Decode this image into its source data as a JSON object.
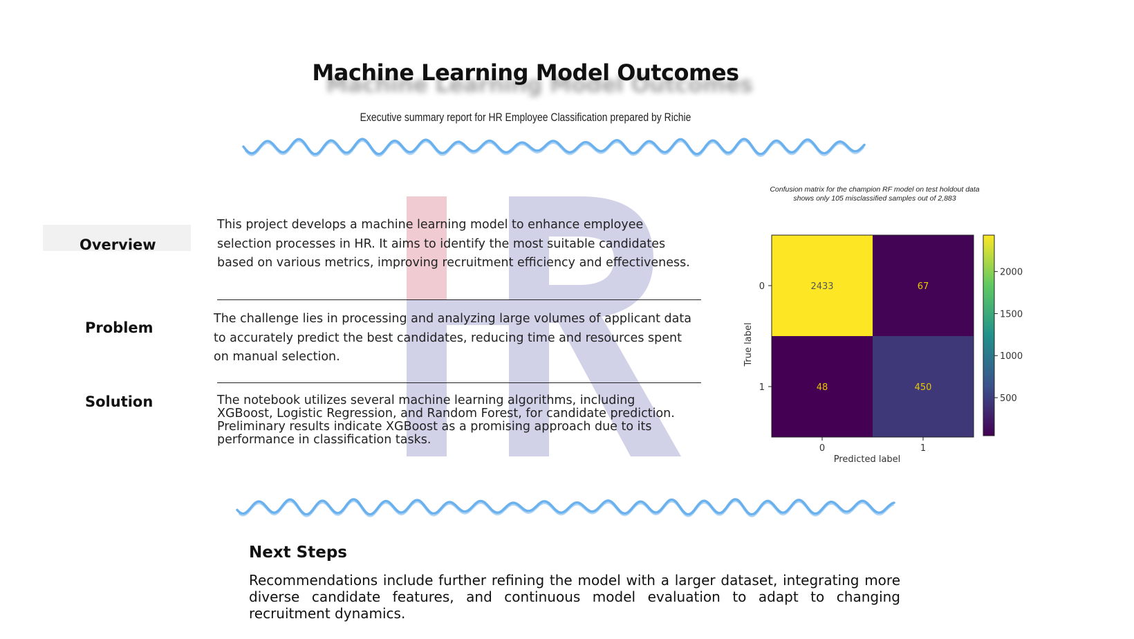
{
  "header": {
    "title": "Machine Learning Model Outcomes",
    "subtitle": "Executive summary report for HR Employee Classification prepared by Richie"
  },
  "watermark": {
    "text": "HR",
    "color_h": "#e9b5be",
    "color_r": "#b9b9dc"
  },
  "sections": {
    "overview": {
      "label": "Overview",
      "text": "This project develops a machine learning model to enhance employee selection processes in HR. It aims to identify the most suitable candidates based on various metrics, improving recruitment efficiency and effectiveness."
    },
    "problem": {
      "label": "Problem",
      "text": "The challenge lies in processing and analyzing large volumes of applicant data to accurately predict the best candidates, reducing time and resources spent on manual selection."
    },
    "solution": {
      "label": "Solution",
      "text": "The notebook utilizes several machine learning algorithms, including XGBoost, Logistic Regression, and Random Forest, for candidate prediction. Preliminary results indicate XGBoost as a promising approach due to its performance in classification tasks."
    }
  },
  "next_steps": {
    "title": "Next Steps",
    "text": "Recommendations include further refining the model with a larger dataset, integrating more diverse candidate features, and continuous model evaluation to adapt to changing recruitment dynamics."
  },
  "wave_color": "#5aa8ec",
  "chart_data": {
    "type": "heatmap",
    "title": "Confusion matrix for the champion RF model on test holdout data shows only 105 misclassified samples out of 2,883",
    "xlabel": "Predicted label",
    "ylabel": "True label",
    "x_categories": [
      "0",
      "1"
    ],
    "y_categories": [
      "0",
      "1"
    ],
    "values": [
      [
        2433,
        67
      ],
      [
        48,
        450
      ]
    ],
    "cell_labels": [
      [
        "2433",
        "67"
      ],
      [
        "48",
        "450"
      ]
    ],
    "colorbar_ticks": [
      "500",
      "1000",
      "1500",
      "2000"
    ],
    "colorbar_tick_values": [
      500,
      1000,
      1500,
      2000
    ],
    "colormap": "viridis",
    "value_range": [
      48,
      2433
    ]
  }
}
